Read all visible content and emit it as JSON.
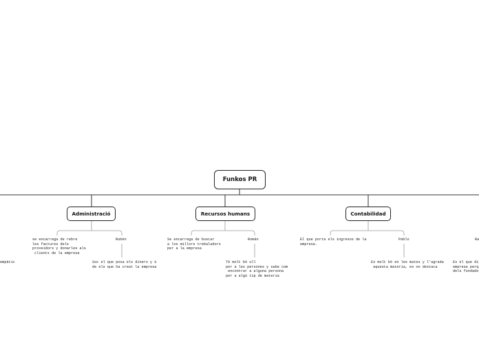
{
  "root": {
    "label": "Funkos PR"
  },
  "branches": [
    {
      "label": "Administració",
      "children": [
        {
          "text": "se encarrega de rebre\nles factures dels\nproveidors y donarles als\n clients de la empresa"
        },
        {
          "text": "Rubén",
          "sub": "Soc el que posa els diners y ú\nde els que ha creat la empresa"
        }
      ]
    },
    {
      "label": "Recursos humans",
      "children": [
        {
          "text": "Se encarrega de buscar\na los millors trebaladors\nper a la empresa"
        },
        {
          "text": "Román",
          "sub": "Té molt bó ull\nper a les persones y sabe com\n encontrar a alguna persona\nper a algú tip de materia"
        }
      ]
    },
    {
      "label": "Contabilidad",
      "children": [
        {
          "text": "El que porta els ingresos de la\nempresa."
        },
        {
          "text": "Pablo",
          "sub": "Es molt bó en les mates y l'agrada\n aquesta materia, es on destaca"
        }
      ]
    }
  ],
  "edge_fragments": {
    "left_text": "empàtic",
    "right_name": "Ra",
    "right_text": "Es el que dirig\nempresa perq\ndels fundador"
  }
}
